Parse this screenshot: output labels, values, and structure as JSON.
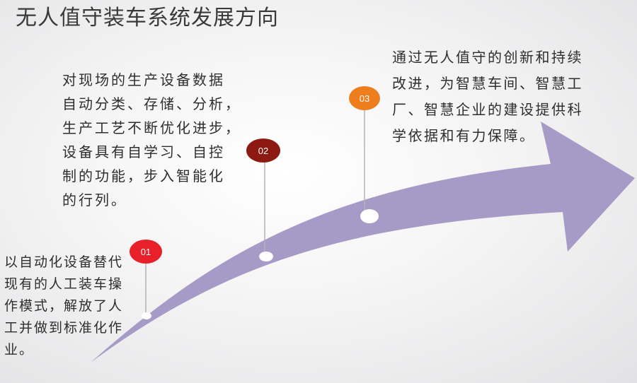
{
  "title": "无人值守装车系统发展方向",
  "colors": {
    "arrow": "#a69bc6",
    "badge_01": "#e8202a",
    "badge_02": "#8c1a12",
    "badge_03": "#ee7d1e",
    "connector": "#b3b3b3",
    "text": "#2e2e2e"
  },
  "stages": [
    {
      "badge": "01",
      "lines": [
        "以自动化设备替代",
        "现有的人工装车操",
        "作模式，解放了人",
        "工并做到标准化作",
        "业。"
      ]
    },
    {
      "badge": "02",
      "lines": [
        "对现场的生产设备数据",
        "自动分类、存储、分析，",
        "生产工艺不断优化进步，",
        "设备具有自学习、自控",
        "制的功能，步入智能化",
        "的行列。"
      ]
    },
    {
      "badge": "03",
      "lines": [
        "通过无人值守的创新和持续",
        "改进，为智慧车间、智慧工",
        "厂、智慧企业的建设提供科",
        "学依据和有力保障。"
      ]
    }
  ]
}
